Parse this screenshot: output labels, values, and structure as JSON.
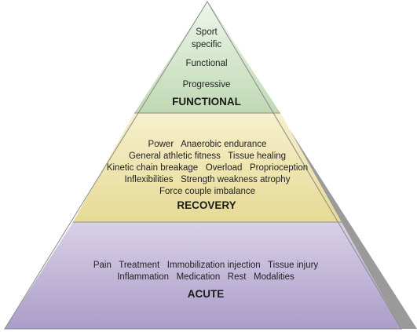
{
  "pyramid": {
    "tiers": [
      {
        "title": "FUNCTIONAL",
        "lines": [
          "Sport",
          "specific",
          "Functional",
          "Progressive"
        ],
        "color": "#cfe3c6"
      },
      {
        "title": "RECOVERY",
        "lines": [
          "Power   Anaerobic endurance",
          "General athletic fitness   Tissue healing",
          "Kinetic chain breakage   Overload   Proprioception",
          "Inflexibilities   Strength weakness atrophy",
          "Force couple imbalance"
        ],
        "color": "#efe7ad"
      },
      {
        "title": "ACUTE",
        "lines": [
          "Pain   Treatment   Immobilization injection   Tissue injury",
          "Inflammation   Medication   Rest   Modalities"
        ],
        "color": "#c3b7d8"
      }
    ],
    "colors": {
      "outline": "#8a8a8a",
      "shadow": "#9a9a9a"
    }
  }
}
